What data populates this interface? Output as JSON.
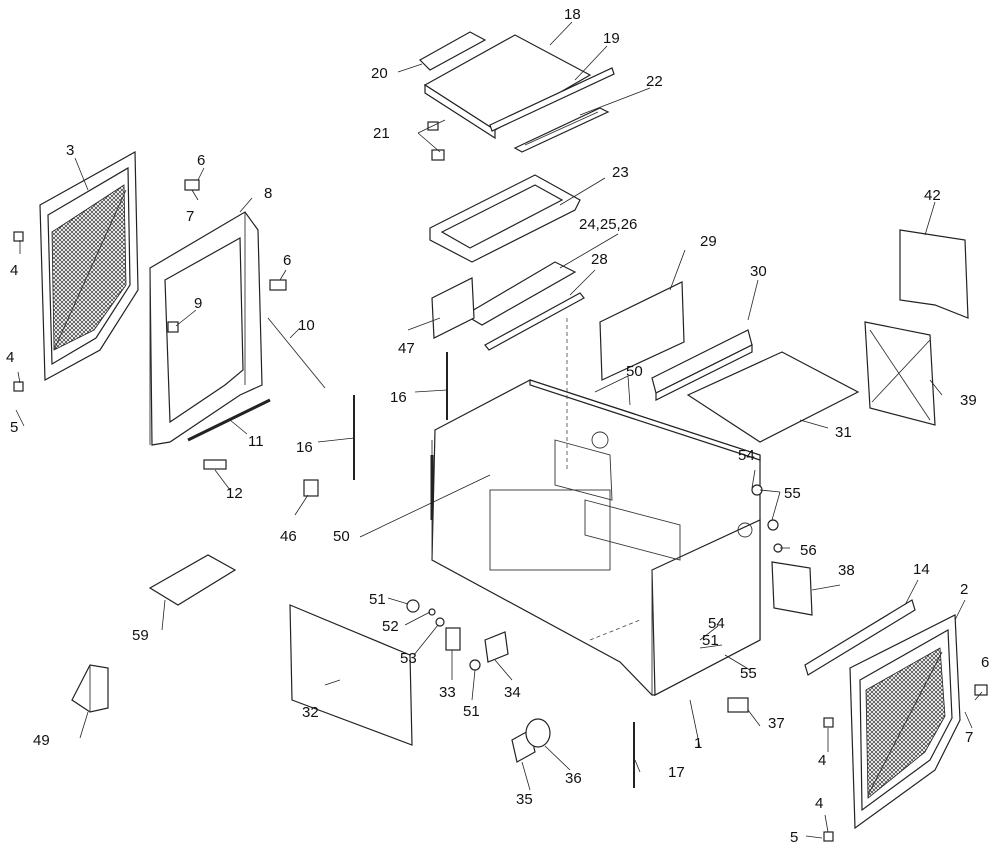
{
  "diagram": {
    "type": "exploded-parts-view",
    "labels": {
      "l1": "1",
      "l2": "2",
      "l3": "3",
      "l4a": "4",
      "l4b": "4",
      "l4c": "4",
      "l4d": "4",
      "l5a": "5",
      "l5b": "5",
      "l6a": "6",
      "l6b": "6",
      "l6c": "6",
      "l7a": "7",
      "l7b": "7",
      "l8": "8",
      "l9": "9",
      "l10": "10",
      "l11": "11",
      "l12": "12",
      "l14": "14",
      "l16a": "16",
      "l16b": "16",
      "l17": "17",
      "l18": "18",
      "l19": "19",
      "l20": "20",
      "l21": "21",
      "l22": "22",
      "l23": "23",
      "l24": "24,25,26",
      "l28": "28",
      "l29": "29",
      "l30": "30",
      "l31": "31",
      "l32": "32",
      "l33": "33",
      "l34": "34",
      "l35": "35",
      "l36": "36",
      "l37": "37",
      "l38": "38",
      "l39": "39",
      "l42": "42",
      "l46": "46",
      "l47": "47",
      "l49": "49",
      "l50a": "50",
      "l50b": "50",
      "l51a": "51",
      "l51b": "51",
      "l51c": "51",
      "l52": "52",
      "l53": "53",
      "l54a": "54",
      "l54b": "54",
      "l55a": "55",
      "l55b": "55",
      "l56": "56",
      "l59": "59"
    }
  }
}
